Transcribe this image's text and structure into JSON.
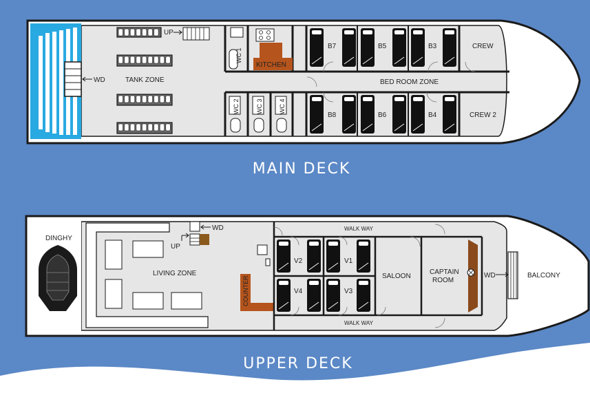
{
  "colors": {
    "sea": "#5b88c6",
    "hull": "#ffffff",
    "floor": "#e6e6e6",
    "wall": "#1a1a1a",
    "accent_brown": "#b5541c",
    "bow_blue": "#29a9e1"
  },
  "main_deck": {
    "title": "MAIN DECK",
    "labels": {
      "wd": "WD",
      "up": "UP",
      "tank_zone": "TANK ZONE",
      "kitchen": "KITCHEN",
      "wc1": "WC 1",
      "wc2": "WC 2",
      "wc3": "WC 3",
      "wc4": "WC 4",
      "b7": "B7",
      "b5": "B5",
      "b3": "B3",
      "crew": "CREW",
      "bed_room_zone": "BED ROOM ZONE",
      "b8": "B8",
      "b6": "B6",
      "b4": "B4",
      "crew2": "CREW 2"
    }
  },
  "upper_deck": {
    "title": "UPPER DECK",
    "labels": {
      "dinghy": "DINGHY",
      "wd_top": "WD",
      "up": "UP",
      "living_zone": "LIVING ZONE",
      "counter": "COUNTER",
      "walk_way_top": "WALK WAY",
      "walk_way_bottom": "WALK WAY",
      "v2": "V2",
      "v1": "V1",
      "v4": "V4",
      "v3": "V3",
      "saloon": "SALOON",
      "captain_room_1": "CAPTAIN",
      "captain_room_2": "ROOM",
      "wd_right": "WD",
      "balcony": "BALCONY"
    }
  }
}
